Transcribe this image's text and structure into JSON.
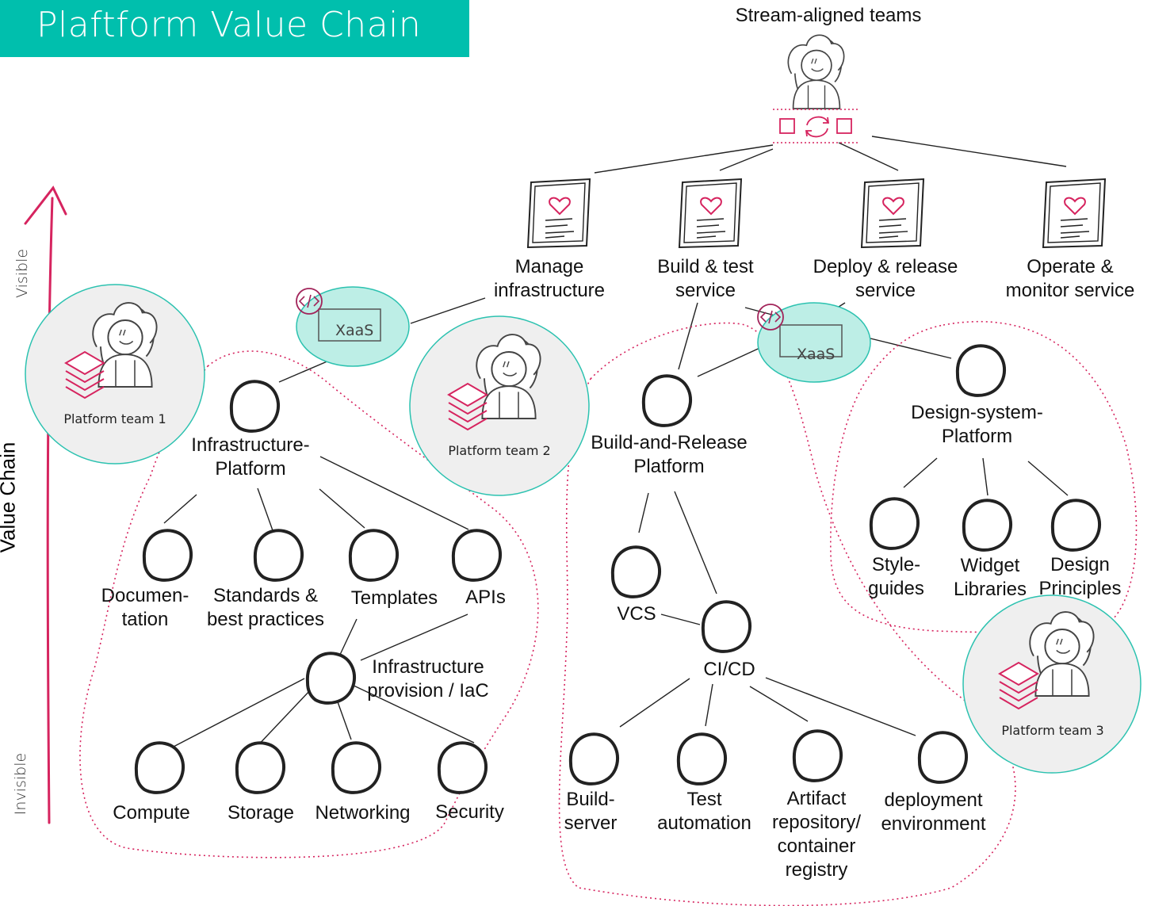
{
  "title": "Plaftform Value Chain",
  "axis": {
    "top": "Visible",
    "bottom": "Invisible",
    "label": "Value Chain"
  },
  "colors": {
    "accent": "#00bfad",
    "pink": "#d6245f",
    "team_fill": "#efefef",
    "team_border": "#2cc2b0",
    "xaas_fill": "#bdeee6"
  },
  "stream_aligned": {
    "label": "Stream-aligned teams"
  },
  "services": [
    {
      "id": "manage",
      "label": "Manage\ninfrastructure"
    },
    {
      "id": "build",
      "label": "Build & test\nservice"
    },
    {
      "id": "deploy",
      "label": "Deploy & release\nservice"
    },
    {
      "id": "operate",
      "label": "Operate &\nmonitor service"
    }
  ],
  "teams": [
    {
      "label": "Platform team 1"
    },
    {
      "label": "Platform team 2"
    },
    {
      "label": "Platform team 3"
    }
  ],
  "xaas": [
    {
      "label": "XaaS"
    },
    {
      "label": "XaaS"
    }
  ],
  "platform_1": {
    "name": "Infrastructure-\nPlatform",
    "children": [
      "Documen-\ntation",
      "Standards &\nbest practices",
      "Templates",
      "APIs"
    ],
    "iac": "Infrastructure\nprovision / IaC",
    "leaves": [
      "Compute",
      "Storage",
      "Networking",
      "Security"
    ]
  },
  "platform_2": {
    "name": "Build-and-Release\nPlatform",
    "vcs": "VCS",
    "cicd": "CI/CD",
    "leaves": [
      "Build-\nserver",
      "Test\nautomation",
      "Artifact\nrepository/\ncontainer\nregistry",
      "deployment\nenvironment"
    ]
  },
  "platform_3": {
    "name": "Design-system-\nPlatform",
    "children": [
      "Style-\nguides",
      "Widget\nLibraries",
      "Design\nPrinciples"
    ]
  }
}
